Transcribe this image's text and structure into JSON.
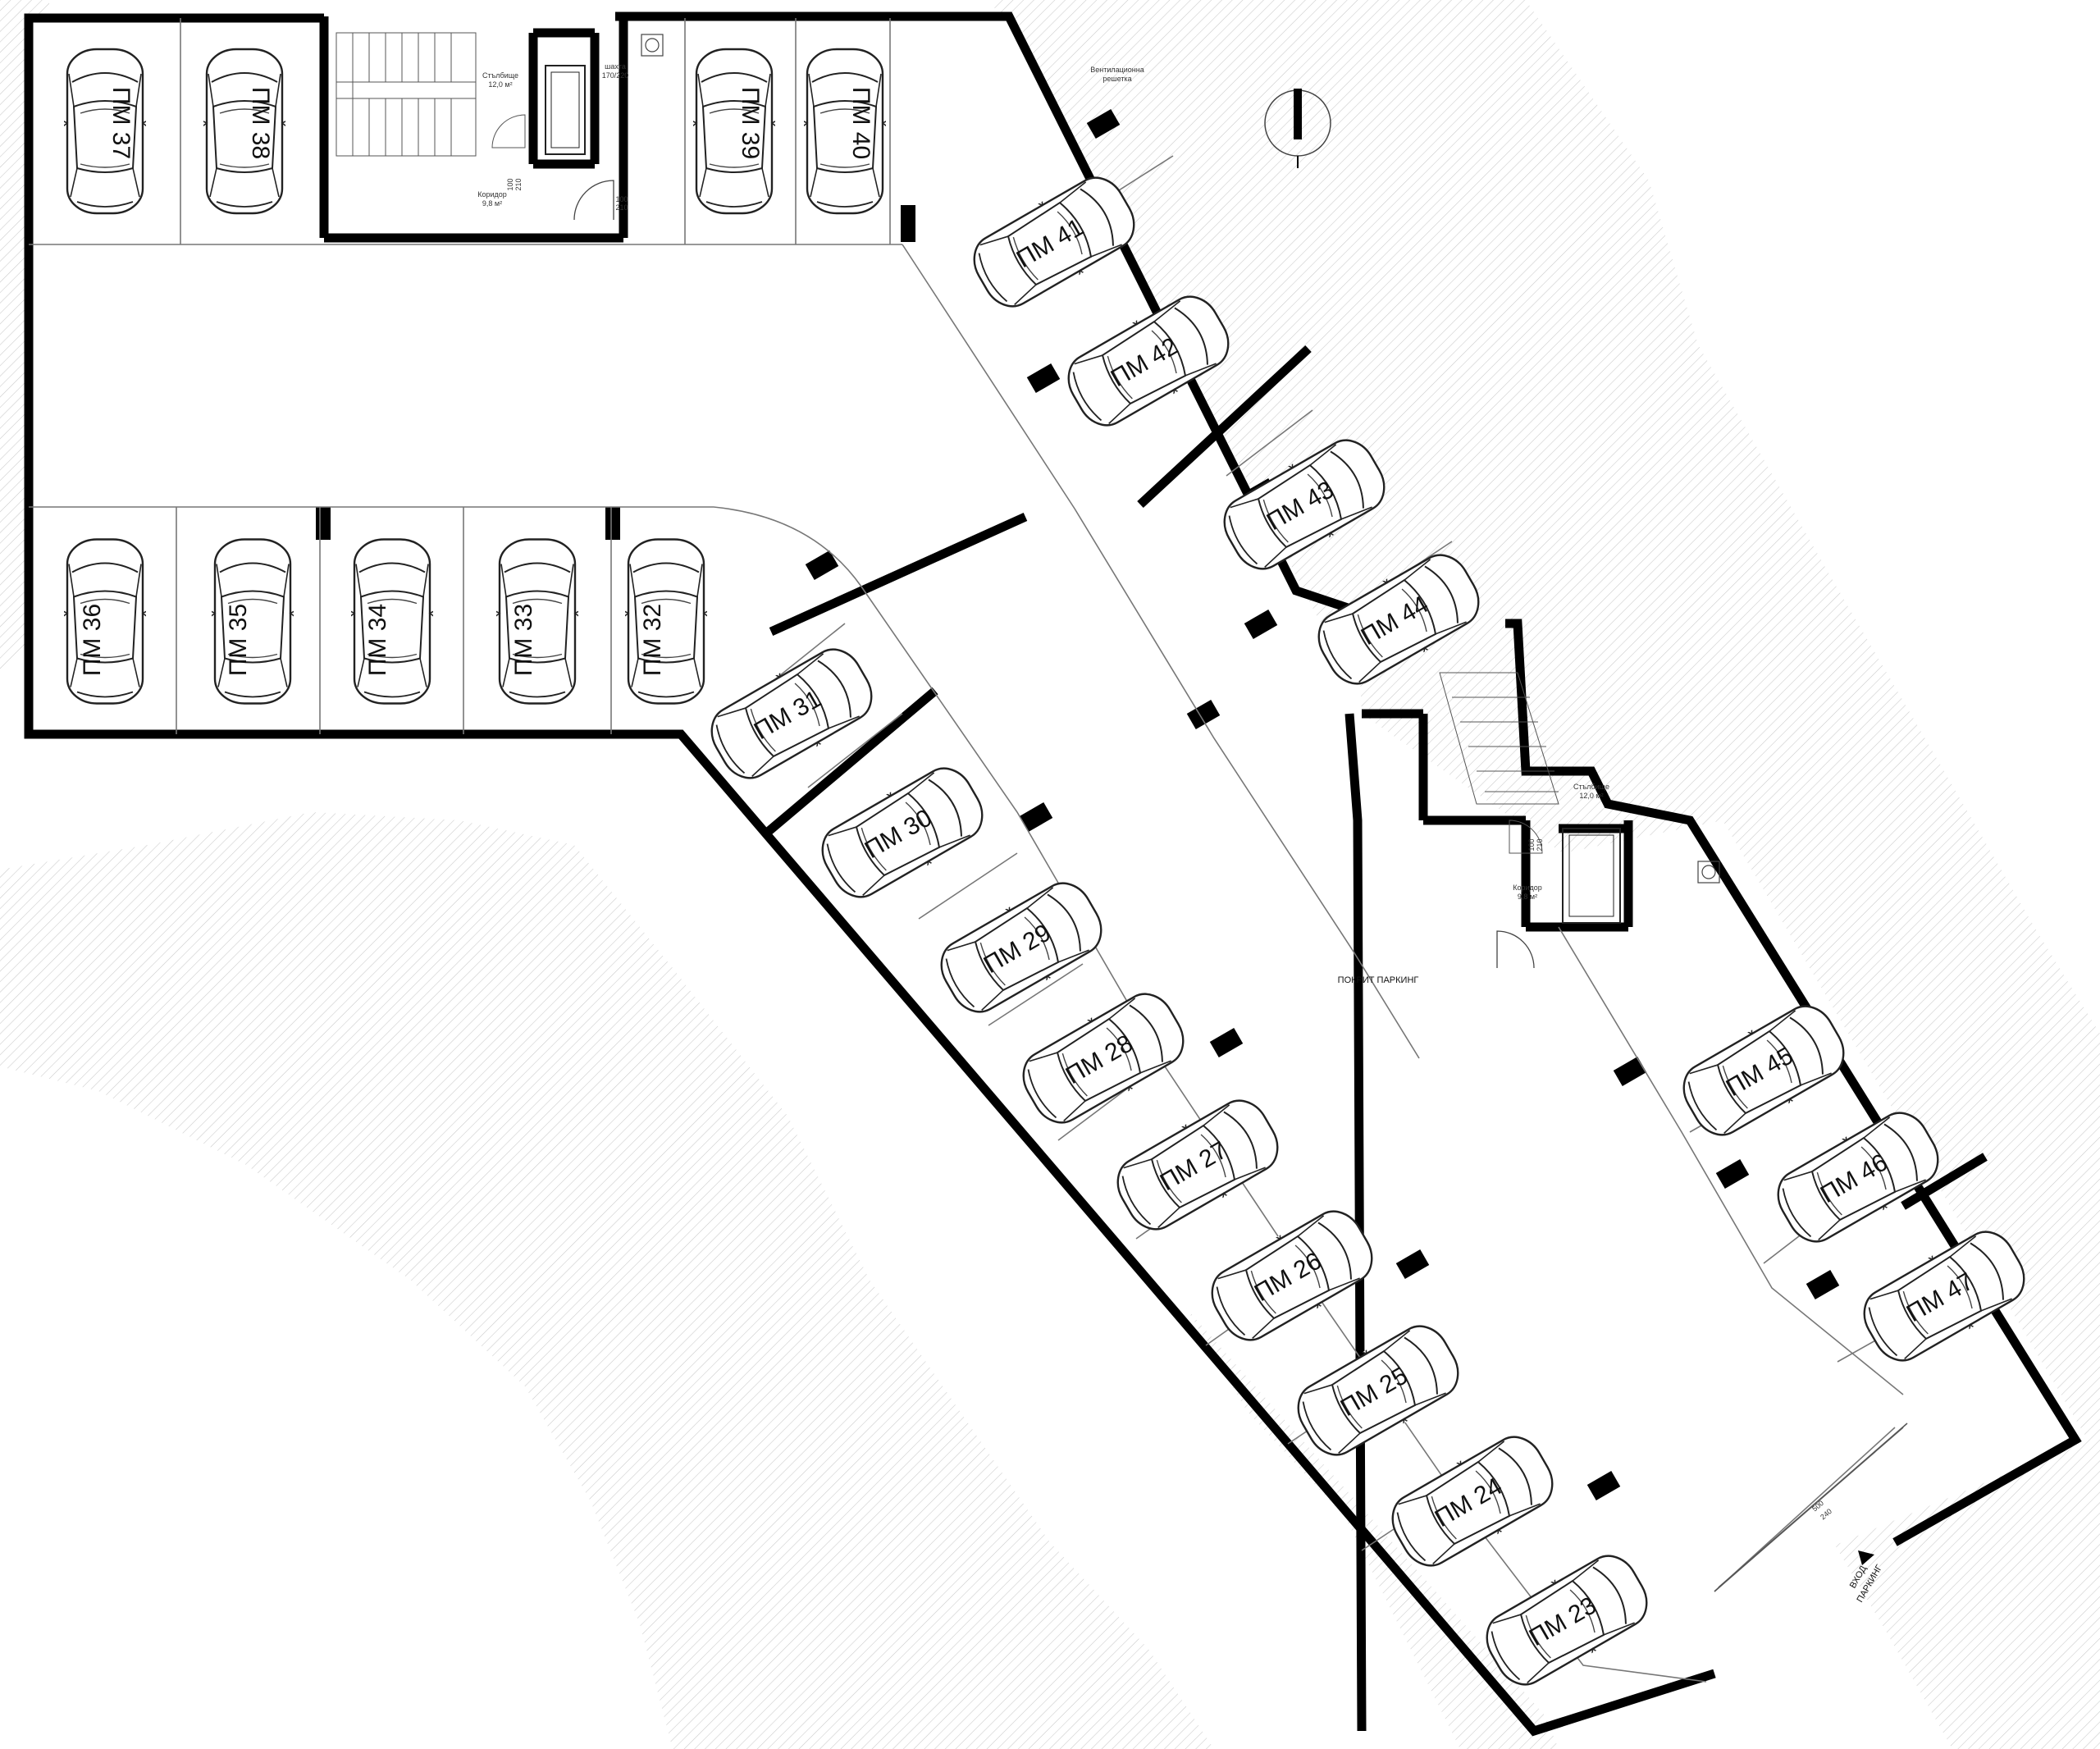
{
  "spaces": [
    {
      "id": "PM37",
      "label": "ПМ 37"
    },
    {
      "id": "PM38",
      "label": "ПМ 38"
    },
    {
      "id": "PM39",
      "label": "ПМ 39"
    },
    {
      "id": "PM40",
      "label": "ПМ 40"
    },
    {
      "id": "PM41",
      "label": "ПМ 41"
    },
    {
      "id": "PM42",
      "label": "ПМ 42"
    },
    {
      "id": "PM43",
      "label": "ПМ 43"
    },
    {
      "id": "PM44",
      "label": "ПМ 44"
    },
    {
      "id": "PM36",
      "label": "ПМ 36"
    },
    {
      "id": "PM35",
      "label": "ПМ 35"
    },
    {
      "id": "PM34",
      "label": "ПМ 34"
    },
    {
      "id": "PM33",
      "label": "ПМ 33"
    },
    {
      "id": "PM32",
      "label": "ПМ 32"
    },
    {
      "id": "PM31",
      "label": "ПМ 31"
    },
    {
      "id": "PM30",
      "label": "ПМ 30"
    },
    {
      "id": "PM29",
      "label": "ПМ 29"
    },
    {
      "id": "PM28",
      "label": "ПМ 28"
    },
    {
      "id": "PM27",
      "label": "ПМ 27"
    },
    {
      "id": "PM26",
      "label": "ПМ 26"
    },
    {
      "id": "PM25",
      "label": "ПМ 25"
    },
    {
      "id": "PM24",
      "label": "ПМ 24"
    },
    {
      "id": "PM23",
      "label": "ПМ 23"
    },
    {
      "id": "PM45",
      "label": "ПМ 45"
    },
    {
      "id": "PM46",
      "label": "ПМ 46"
    },
    {
      "id": "PM47",
      "label": "ПМ 47"
    }
  ],
  "labels": {
    "covered_parking": "ПОКРИТ ПАРКИНГ",
    "entrance_line1": "ВХОД",
    "entrance_line2": "ПАРКИНГ",
    "vent_grille_line1": "Вентилационна",
    "vent_grille_line2": "решетка",
    "stair1_name": "Стълбище",
    "stair1_area": "12,0 м²",
    "corridor1_name": "Коридор",
    "corridor1_area": "9,8 м²",
    "shaft_name": "шахта",
    "shaft_size": "170/220",
    "door1_size": "100",
    "door1_height": "210",
    "door2_size": "100",
    "door2_height": "210",
    "stair2_name": "Стълбище",
    "stair2_area": "12,0 м²",
    "corridor2_name": "Коридор",
    "corridor2_area": "9,8 м²",
    "door3_size": "100",
    "door3_height": "210",
    "gate_size": "500",
    "gate_height": "240"
  },
  "colors": {
    "wall": "#000000",
    "hatch": "#cfcfcf",
    "line": "#444444",
    "paper": "#ffffff"
  },
  "icons": [
    "north-arrow-icon",
    "car-icon",
    "door-swing-icon",
    "entrance-arrow-icon",
    "ventilation-fan-icon",
    "stairs-icon",
    "elevator-icon"
  ]
}
